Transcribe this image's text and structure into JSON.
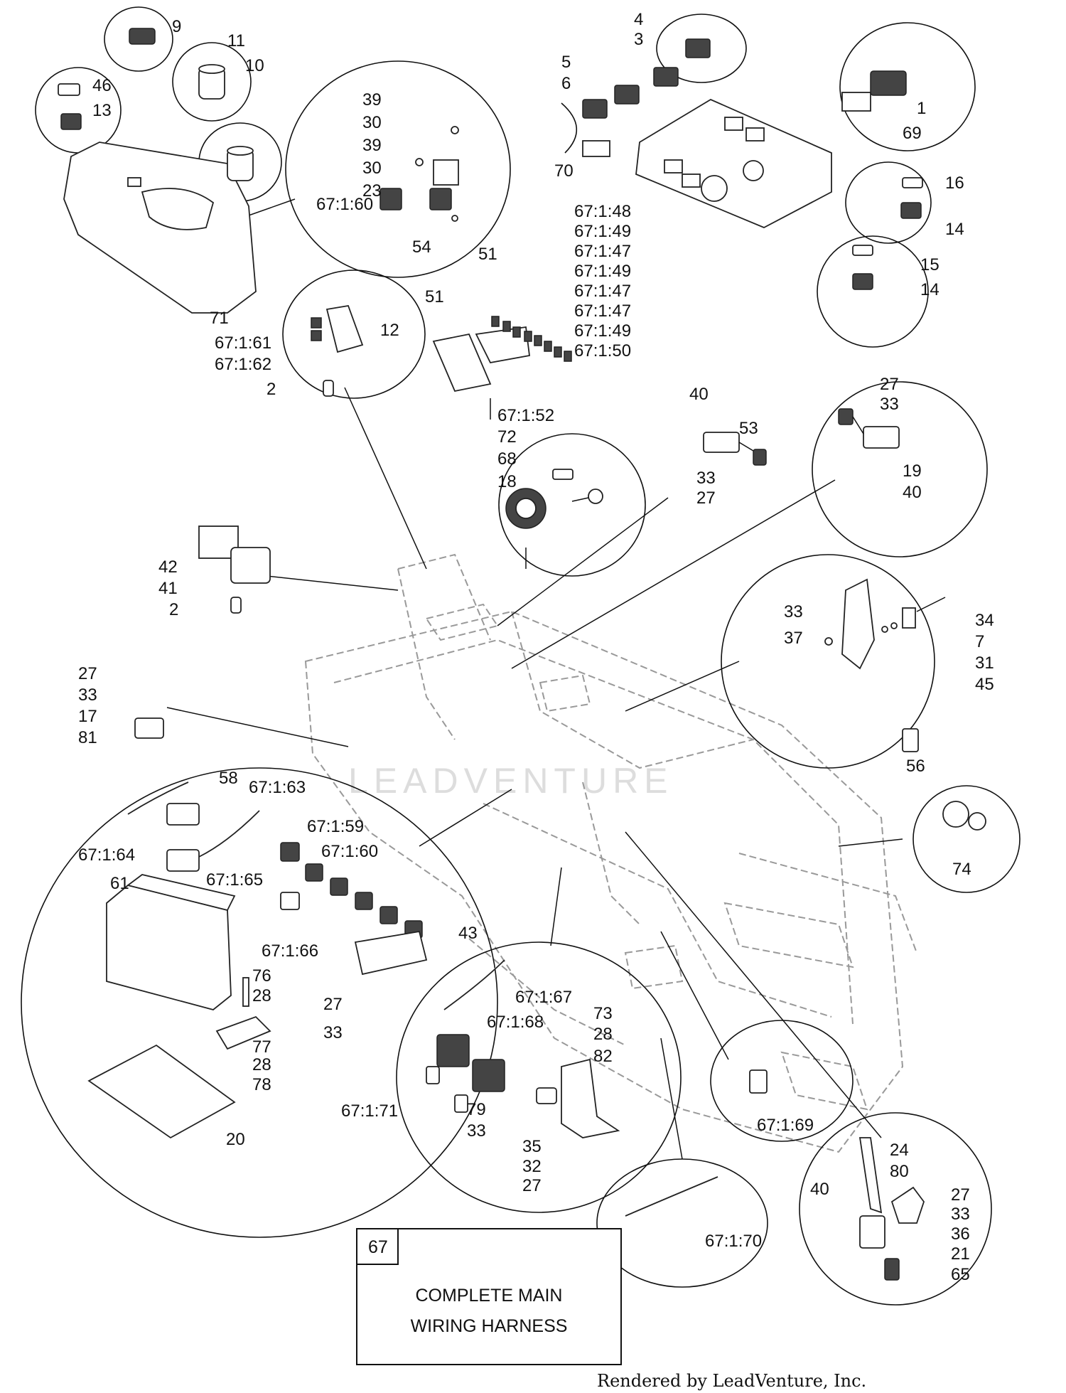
{
  "legend": {
    "number": "67",
    "line1": "COMPLETE MAIN",
    "line2": "WIRING HARNESS"
  },
  "footer": "Rendered by LeadVenture, Inc.",
  "watermark": "LEADVENTURE",
  "labels": [
    "9",
    "11",
    "10",
    "46",
    "13",
    "39",
    "30",
    "39",
    "30",
    "23",
    "67:1:60",
    "54",
    "51",
    "71",
    "4",
    "3",
    "5",
    "6",
    "1",
    "69",
    "70",
    "16",
    "14",
    "15",
    "14",
    "67:1:48",
    "67:1:49",
    "67:1:47",
    "67:1:49",
    "67:1:47",
    "67:1:47",
    "67:1:49",
    "67:1:50",
    "51",
    "67:1:52",
    "67:1:61",
    "67:1:62",
    "12",
    "2",
    "40",
    "53",
    "33",
    "27",
    "27",
    "33",
    "19",
    "40",
    "72",
    "68",
    "18",
    "42",
    "41",
    "2",
    "33",
    "37",
    "34",
    "7",
    "31",
    "45",
    "56",
    "27",
    "33",
    "17",
    "81",
    "58",
    "67:1:63",
    "67:1:64",
    "61",
    "67:1:59",
    "67:1:60",
    "67:1:65",
    "67:1:66",
    "43",
    "76",
    "28",
    "27",
    "33",
    "77",
    "28",
    "78",
    "20",
    "74",
    "67:1:67",
    "73",
    "28",
    "67:1:68",
    "82",
    "67:1:71",
    "79",
    "33",
    "35",
    "32",
    "27",
    "67:1:69",
    "24",
    "80",
    "40",
    "27",
    "33",
    "36",
    "21",
    "65",
    "67:1:70"
  ]
}
